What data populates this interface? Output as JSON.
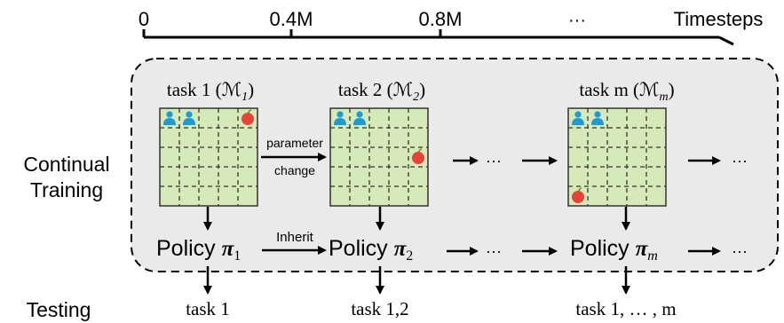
{
  "timeline": {
    "ticks": [
      "0",
      "0.4M",
      "0.8M",
      "···"
    ],
    "label": "Timesteps"
  },
  "row_labels": {
    "continual": "Continual",
    "training": "Training",
    "testing": "Testing"
  },
  "tasks": [
    {
      "title": "task 1 (ℳ",
      "sub": "1",
      "close": ")",
      "policy": "Policy ",
      "pi": "π",
      "policy_sub": "1",
      "test": "task 1",
      "agents": [
        [
          0,
          0
        ],
        [
          1,
          0
        ]
      ],
      "apple": [
        4,
        0
      ]
    },
    {
      "title": "task 2 (ℳ",
      "sub": "2",
      "close": ")",
      "policy": "Policy ",
      "pi": "π",
      "policy_sub": "2",
      "test": "task 1,2",
      "agents": [
        [
          0,
          0
        ],
        [
          1,
          0
        ]
      ],
      "apple": [
        4,
        2
      ]
    },
    {
      "title": "task m (ℳ",
      "sub": "m",
      "close": ")",
      "policy": "Policy ",
      "pi": "π",
      "policy_sub": "m",
      "test": "task 1, … , m",
      "agents": [
        [
          0,
          0
        ],
        [
          1,
          0
        ]
      ],
      "apple": [
        0,
        4
      ]
    }
  ],
  "arrows": {
    "param_change_top": "parameter",
    "param_change_bottom": "change",
    "inherit": "Inherit",
    "ellipsis": "···"
  },
  "colors": {
    "grid_fill": "#d5eab8",
    "grid_line": "#333333",
    "panel_fill": "#eaeaea",
    "agent": "#1e9ad6",
    "apple": "#e8433a"
  }
}
